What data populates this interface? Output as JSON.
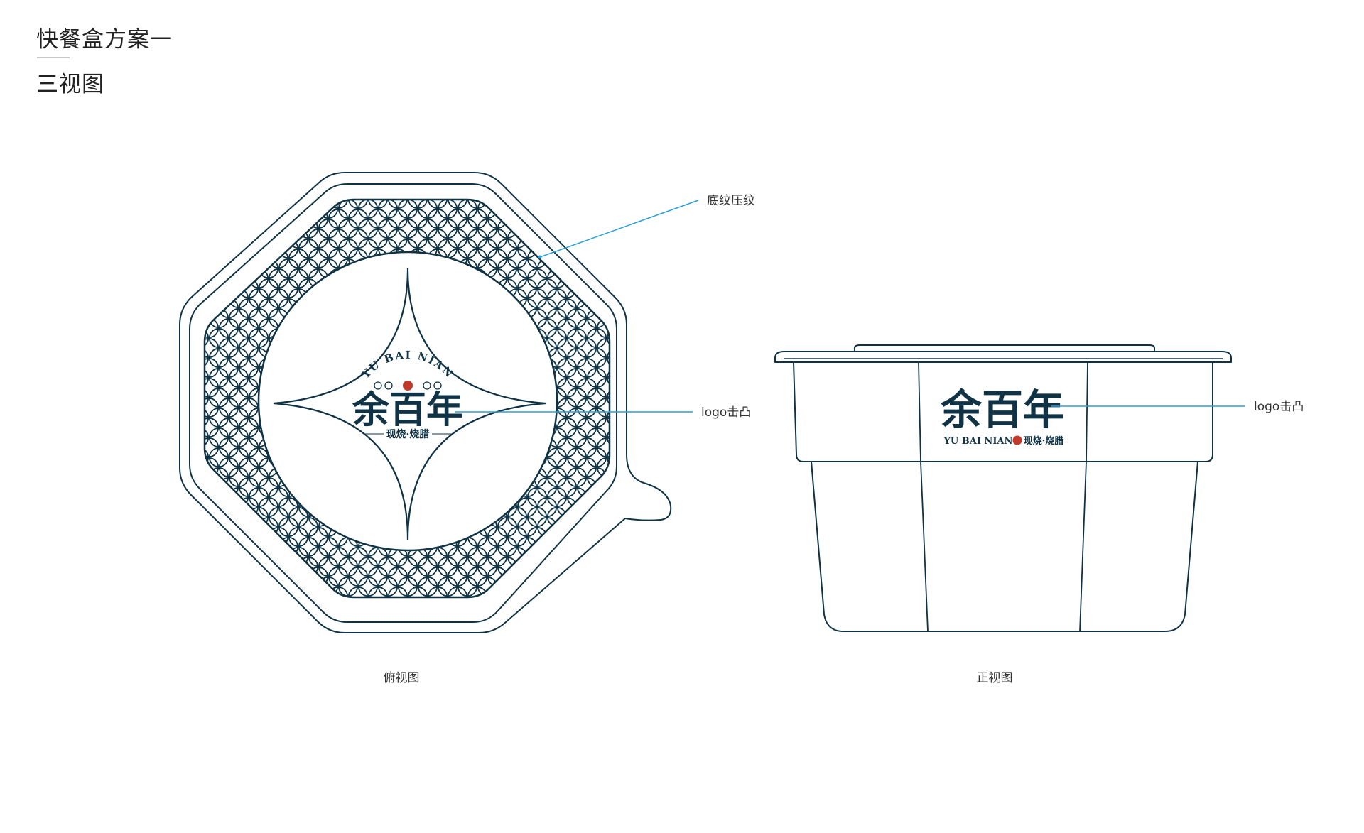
{
  "header": {
    "title": "快餐盒方案一",
    "subtitle": "三视图"
  },
  "top_view": {
    "caption": "俯视图",
    "callout_pattern": "底纹压纹",
    "callout_logo": "logo击凸",
    "logo_arc": "YU BAI NIAN",
    "logo_main": "余百年",
    "logo_sub": "现烧·烧腊"
  },
  "front_view": {
    "caption": "正视图",
    "callout_logo": "logo击凸",
    "logo_main": "余百年",
    "logo_en": "YU BAI NIAN",
    "logo_sub": "现烧·烧腊"
  },
  "colors": {
    "line": "#0f3344",
    "callout": "#2a9fd6",
    "stamp": "#c0392b"
  }
}
